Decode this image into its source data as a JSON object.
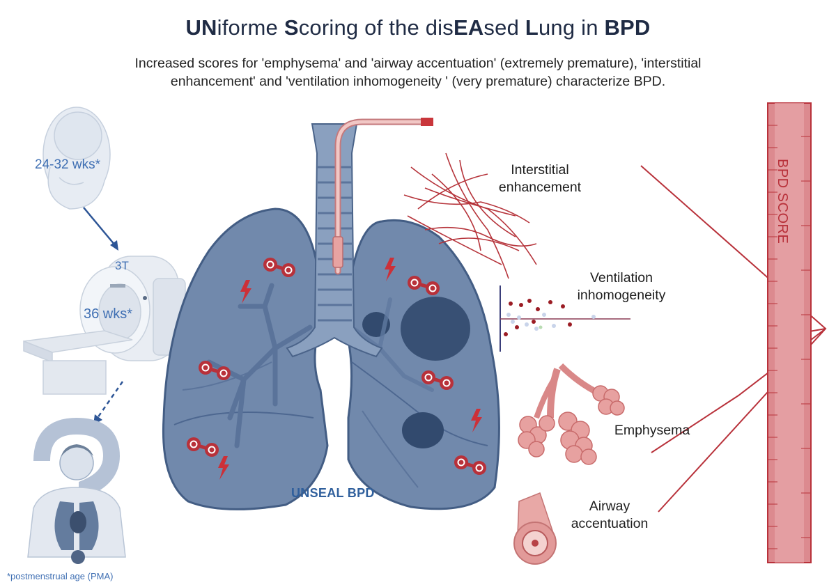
{
  "title": {
    "p1": "UN",
    "p2": "iforme ",
    "p3": "S",
    "p4": "coring of the dis",
    "p5": "EA",
    "p6": "sed ",
    "p7": "L",
    "p8": "ung in ",
    "p9": "BPD"
  },
  "subtitle_line1": "Increased scores for 'emphysema' and 'airway accentuation' (extremely premature),  'interstitial",
  "subtitle_line2": "enhancement' and 'ventilation inhomogeneity ' (very premature) characterize BPD.",
  "fetus_label": "24-32 wks*",
  "scanner_label": "3T",
  "scan_age_label": "36 wks*",
  "footnote": "*postmenstrual age (PMA)",
  "lung_label": "UNSEAL BPD",
  "features": {
    "interstitial": [
      "Interstitial",
      "enhancement"
    ],
    "ventilation": [
      "Ventilation",
      "inhomogeneity"
    ],
    "emphysema": "Emphysema",
    "airway": [
      "Airway",
      "accentuation"
    ]
  },
  "ruler_label": "BPD SCORE",
  "colors": {
    "lung_blue": "#6e88ab",
    "lung_dark": "#364e70",
    "accent_red": "#b8313a",
    "ruler_fill": "#dc8a8f",
    "label_blue": "#3f6fb3"
  },
  "icons": [
    "fetus-icon",
    "mri-scanner-icon",
    "person-question-icon",
    "lungs-icon",
    "trachea-icon",
    "endotracheal-tube-icon",
    "lightning-icon",
    "oxygen-molecule-icon",
    "fibers-icon",
    "scatter-icon",
    "alveoli-icon",
    "airway-icon",
    "ruler-icon"
  ]
}
